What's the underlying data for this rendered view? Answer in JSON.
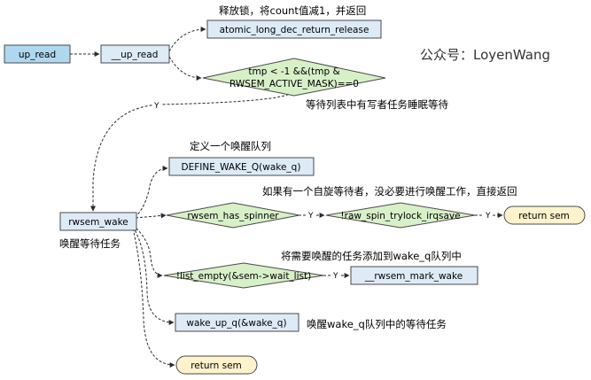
{
  "colors": {
    "blue_box": "#ddebf7",
    "start_box": "#aed8f0",
    "diamond": "#d8f0c8",
    "terminator": "#fff2cc",
    "stroke": "#4a4a4a"
  },
  "nodes": {
    "up_read": "up_read",
    "__up_read": "__up_read",
    "atomic": "atomic_long_dec_return_release",
    "cond1_line1": "tmp < -1 &&(tmp &",
    "cond1_line2": "RWSEM_ACTIVE_MASK)==0",
    "rwsem_wake": "rwsem_wake",
    "define_wake_q": "DEFINE_WAKE_Q(wake_q)",
    "has_spinner": "rwsem_has_spinner",
    "trylock": "!raw_spin_trylock_irqsave",
    "return_sem_1": "return sem",
    "list_empty": "!list_empty(&sem->wait_list)",
    "mark_wake": "__rwsem_mark_wake",
    "wake_up_q": "wake_up_q(&wake_q)",
    "return_sem_2": "return sem"
  },
  "edge_labels": {
    "cond1_yes": "Y",
    "spinner_yes": "Y",
    "trylock_yes": "Y",
    "list_yes": "Y"
  },
  "annotations": {
    "atomic_note": "释放锁，将count值减1，并返回",
    "watermark": "公众号：LoyenWang",
    "cond1_note": "等待列表中有写者任务睡眠等待",
    "define_note": "定义一个唤醒队列",
    "spinner_note": "如果有一个自旋等待者，没必要进行唤醒工作，直接返回",
    "rwsem_wake_note": "唤醒等待任务",
    "mark_note": "将需要唤醒的任务添加到wake_q队列中",
    "wake_up_note": "唤醒wake_q队列中的等待任务"
  }
}
